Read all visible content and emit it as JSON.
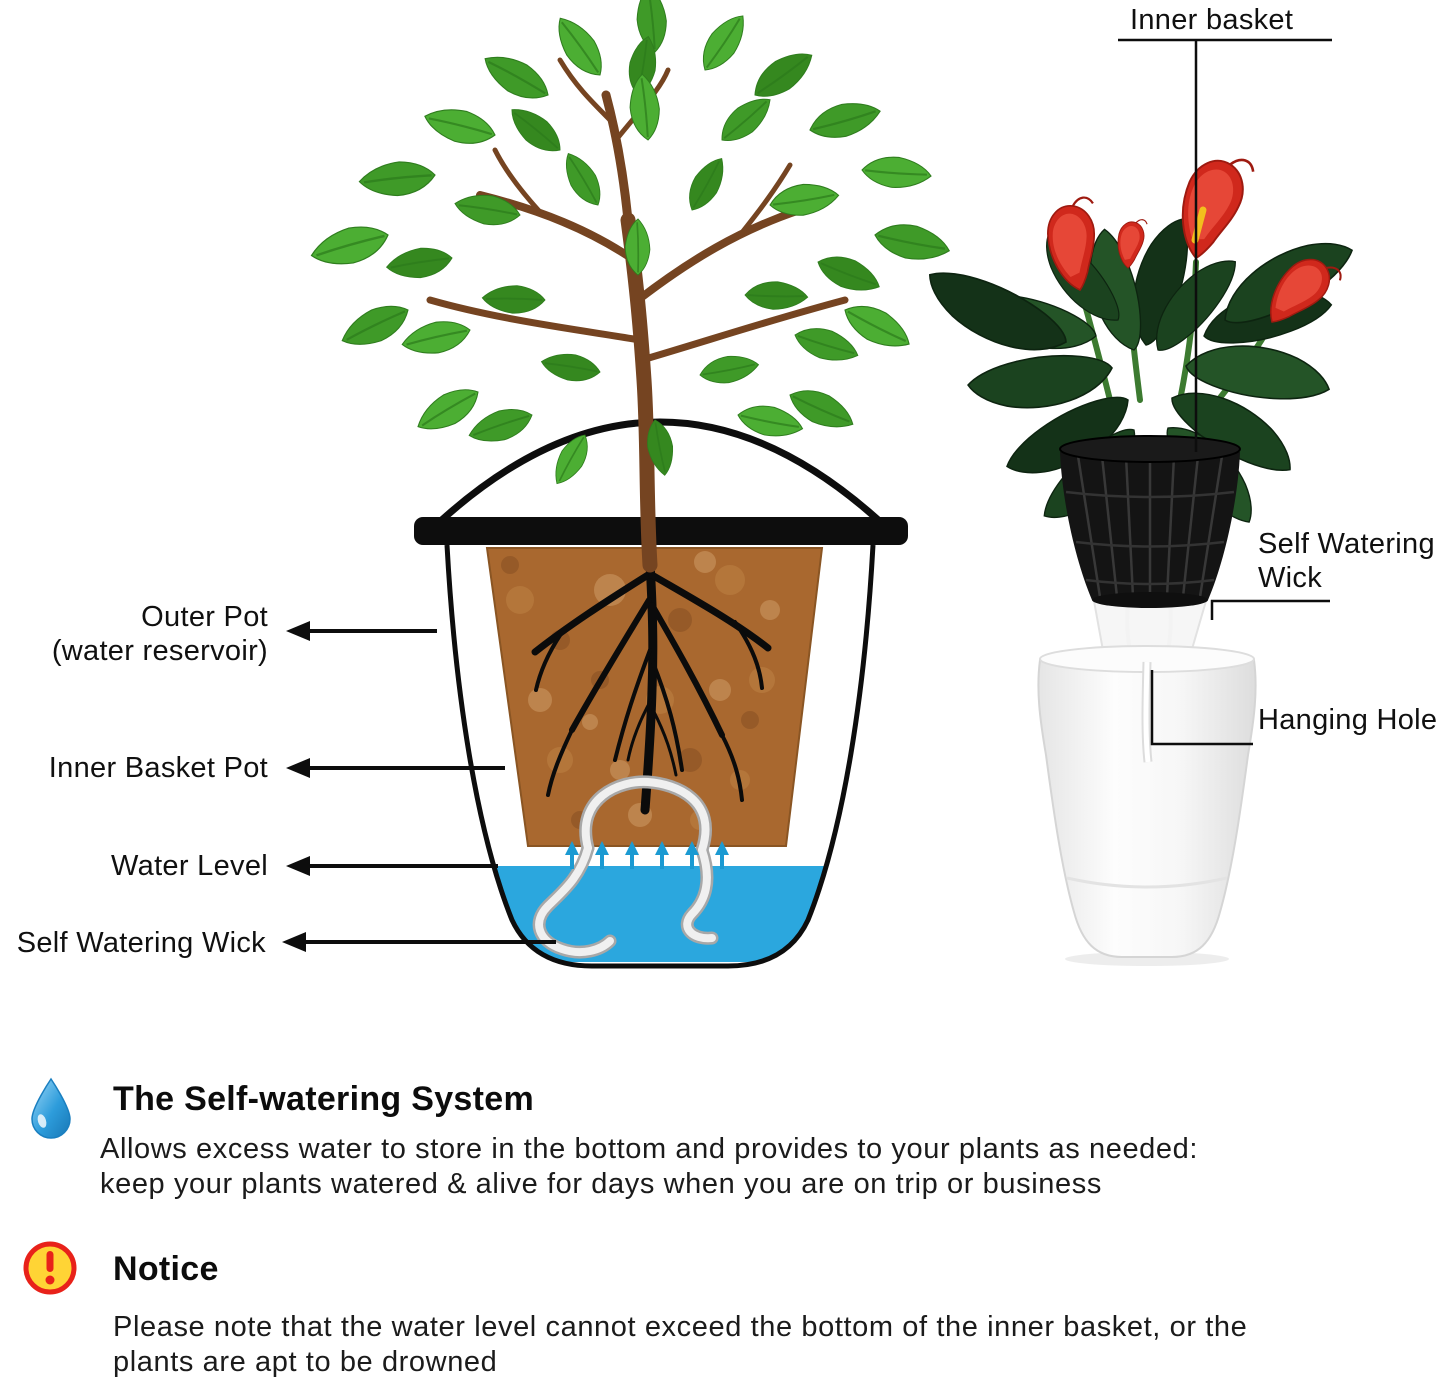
{
  "colors": {
    "water": "#2BA7DE",
    "soil": "#A9682F",
    "leaf_green": "#44A02C",
    "flower_red": "#D42A1E",
    "accent_red": "#E8221A",
    "drop_blue": "#2D9CDB"
  },
  "left_diagram": {
    "labels": [
      {
        "lines": [
          "Outer Pot",
          "(water reservoir)"
        ]
      },
      {
        "lines": [
          "Inner Basket Pot"
        ]
      },
      {
        "lines": [
          "Water Level"
        ]
      },
      {
        "lines": [
          "Self Watering Wick"
        ]
      }
    ]
  },
  "right_diagram": {
    "labels": [
      {
        "lines": [
          "Inner basket"
        ]
      },
      {
        "lines": [
          "Self Watering",
          "Wick"
        ]
      },
      {
        "lines": [
          "Hanging Hole"
        ]
      }
    ]
  },
  "sections": [
    {
      "icon": "water-drop-icon",
      "heading": "The Self-watering System",
      "body_lines": [
        "Allows excess water to store in the bottom and provides to your plants as needed:",
        "keep your plants watered & alive for days when you are on trip or business"
      ]
    },
    {
      "icon": "notice-warning-icon",
      "heading": "Notice",
      "body_lines": [
        "Please note that the water level cannot exceed the bottom of the inner basket, or the",
        "plants are apt to be drowned"
      ]
    }
  ]
}
